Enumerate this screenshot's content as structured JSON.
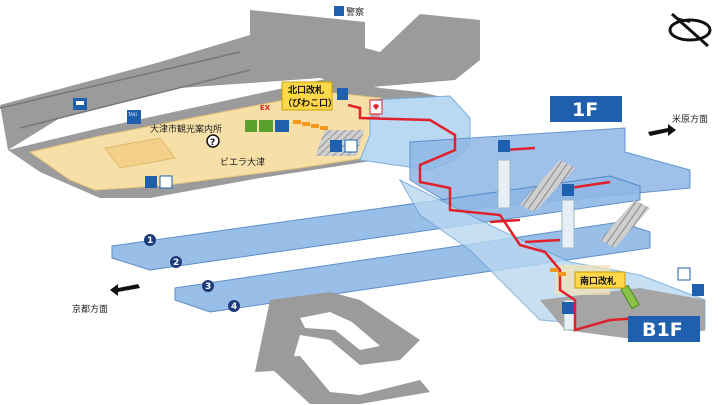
{
  "labels": {
    "police": "警察",
    "north_gate": "北口改札",
    "north_gate_sub": "（びわこ口）",
    "tourist_info": "大津市観光案内所",
    "building": "ビエラ大津",
    "south_gate": "南口改札",
    "kyoto": "京都方面",
    "maibara": "米原方面",
    "floor_1f": "1F",
    "floor_b1f": "B1F",
    "ex_badge": "EX",
    "aed": "AED",
    "taxi": "TAXI",
    "help": "?"
  },
  "platforms": [
    "1",
    "2",
    "3",
    "4"
  ],
  "colors": {
    "floor_blue": "#1e5fae",
    "route_red": "#e0202a",
    "platform_blue": "#8fb7e6",
    "concourse_blue": "#b9d8f1",
    "ground_gray": "#9b9b9b",
    "building_tan": "#f7dfa8",
    "gate_yellow": "#ffd84a"
  },
  "icons": [
    "bus-icon",
    "taxi-icon",
    "police-box-icon",
    "compass-icon",
    "restroom-icon",
    "wheelchair-icon",
    "elevator-icon",
    "ticket-icon",
    "aed-icon",
    "locker-icon",
    "green-window-icon",
    "help-icon",
    "escalator-icon",
    "stairs-icon"
  ]
}
